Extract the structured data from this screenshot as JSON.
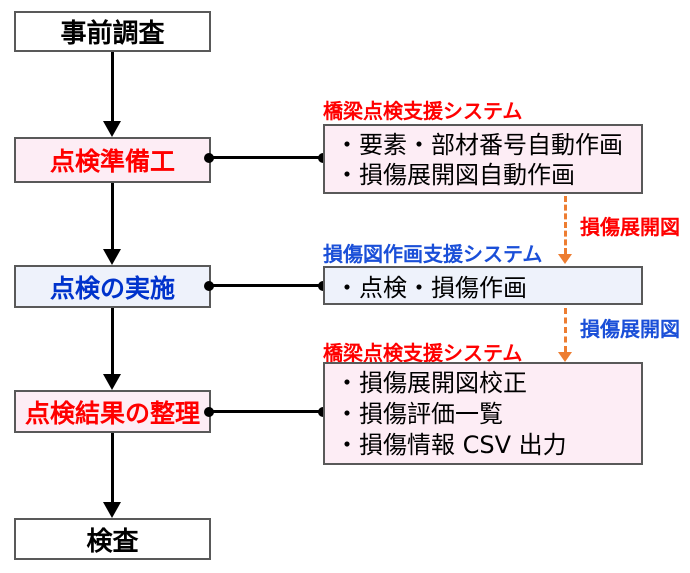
{
  "colors": {
    "red_text": "#ff0000",
    "blue_box_text": "#0033cc",
    "blue_label": "#1a4fd8",
    "orange_arrow": "#ed7d31",
    "pink_box_bg": "#fdedf5",
    "blue_box_bg": "#eef2fb",
    "box_border": "#595959"
  },
  "flow": {
    "steps": [
      {
        "label": "事前調査"
      },
      {
        "label": "点検準備工"
      },
      {
        "label": "点検の実施"
      },
      {
        "label": "点検結果の整理"
      },
      {
        "label": "検査"
      }
    ]
  },
  "systems": {
    "panel1": {
      "label": "橋梁点検支援システム",
      "items": [
        "・要素・部材番号自動作画",
        "・損傷展開図自動作画"
      ]
    },
    "panel2": {
      "label": "損傷図作画支援システム",
      "items": [
        "・点検・損傷作画"
      ]
    },
    "panel3": {
      "label": "橋梁点検支援システム",
      "items": [
        "・損傷展開図校正",
        "・損傷評価一覧",
        "・損傷情報 CSV 出力"
      ]
    }
  },
  "data_flows": {
    "flow1": {
      "label": "損傷展開図"
    },
    "flow2": {
      "label": "損傷展開図"
    }
  }
}
